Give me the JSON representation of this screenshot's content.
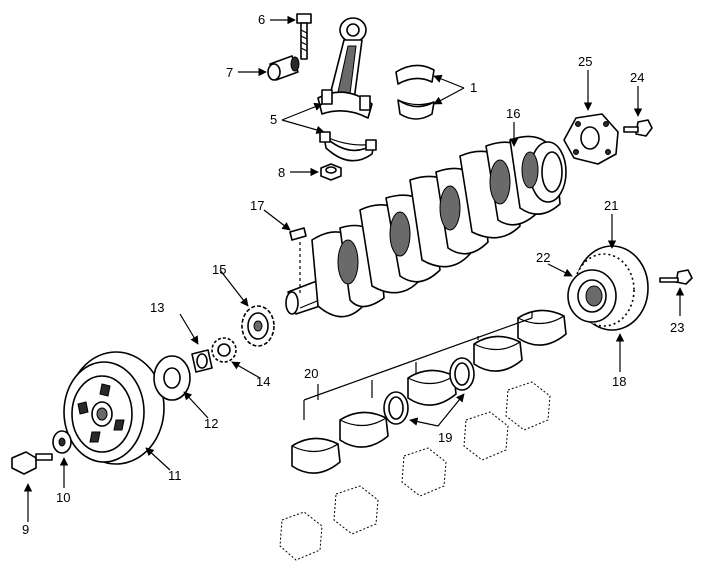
{
  "callouts": {
    "c1": "1",
    "c5": "5",
    "c6": "6",
    "c7": "7",
    "c8": "8",
    "c9": "9",
    "c10": "10",
    "c11": "11",
    "c12": "12",
    "c13": "13",
    "c14": "14",
    "c15": "15",
    "c16": "16",
    "c17": "17",
    "c18": "18",
    "c19": "19",
    "c20": "20",
    "c21": "21",
    "c22": "22",
    "c23": "23",
    "c24": "24",
    "c25": "25"
  },
  "colors": {
    "line": "#000000",
    "background": "#ffffff"
  }
}
